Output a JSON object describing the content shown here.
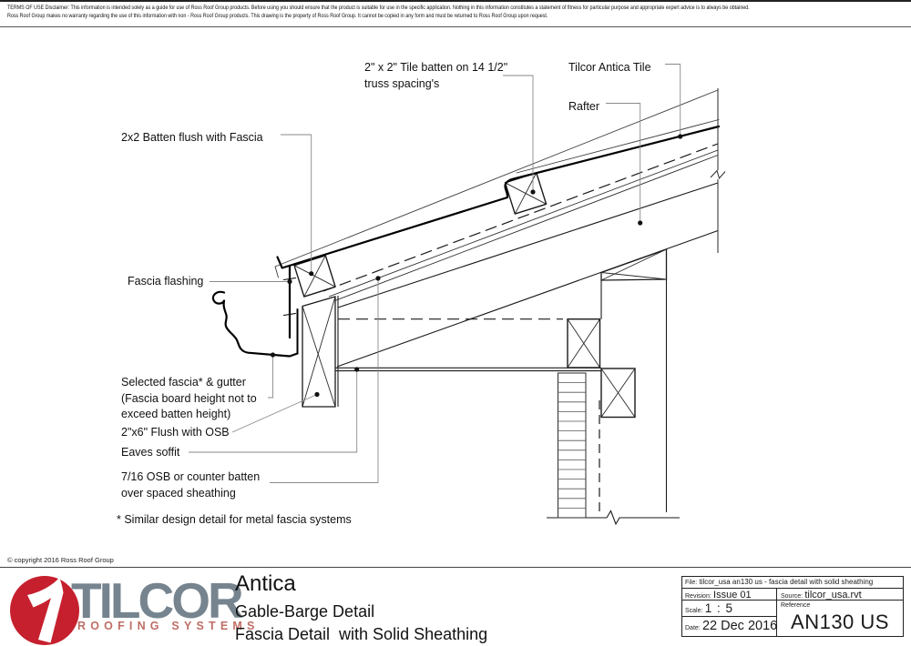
{
  "disclaimer": {
    "line1": "TERMS OF USE Disclaimer: This information is intended solely as a guide for use of Ross Roof Group products. Before using you should ensure that the product is suitable for use in the specific application. Nothing in this information constitutes a statement of fitness for particular purpose and appropriate expert advice is to always be obtained.",
    "line2": "Ross Roof Group makes no warranty regarding the use of this information with non - Ross Roof Group products. This drawing is the property of Ross Roof Group. It cannot be copied in any form and must be returned to Ross Roof Group upon request."
  },
  "drawing": {
    "labels": {
      "tile_batten": "2\" x 2\"  Tile batten on 14 1/2\"\ntruss spacing's",
      "antica_tile": "Tilcor Antica Tile",
      "rafter": "Rafter",
      "batten_flush": "2x2 Batten flush with Fascia",
      "fascia_flashing": "Fascia flashing",
      "selected_fascia": "Selected fascia* & gutter\n(Fascia board height not to\nexceed batten height)",
      "flush_osb": "2\"x6\" Flush with OSB",
      "eaves_soffit": "Eaves soffit",
      "osb_counter_batten": "7/16 OSB or counter batten\nover spaced sheathing",
      "footnote": "* Similar design detail for metal fascia systems"
    }
  },
  "footer": {
    "copyright": "© copyright 2016 Ross Roof Group",
    "brand": {
      "name": "TILCOR",
      "tagline": "ROOFING SYSTEMS"
    },
    "titles": {
      "product": "Antica",
      "line2": "Gable-Barge Detail",
      "line3": "Fascia Detail  with Solid Sheathing"
    },
    "titleblock": {
      "file_label": "File:",
      "file_value": "tilcor_usa an130 us - fascia detail  with solid sheathing",
      "revision_label": "Revision:",
      "revision_value": "Issue 01",
      "source_label": "Source:",
      "source_value": "tilcor_usa.rvt",
      "scale_label": "Scale:",
      "scale_value": "1 : 5",
      "reference_label": "Reference",
      "date_label": "Date:",
      "date_value": "22 Dec 2016",
      "drawing_number": "AN130 US"
    },
    "colors": {
      "brand_red": "#c6202e",
      "brand_gray": "#76848f",
      "tagline_red": "#bf6e66"
    }
  }
}
